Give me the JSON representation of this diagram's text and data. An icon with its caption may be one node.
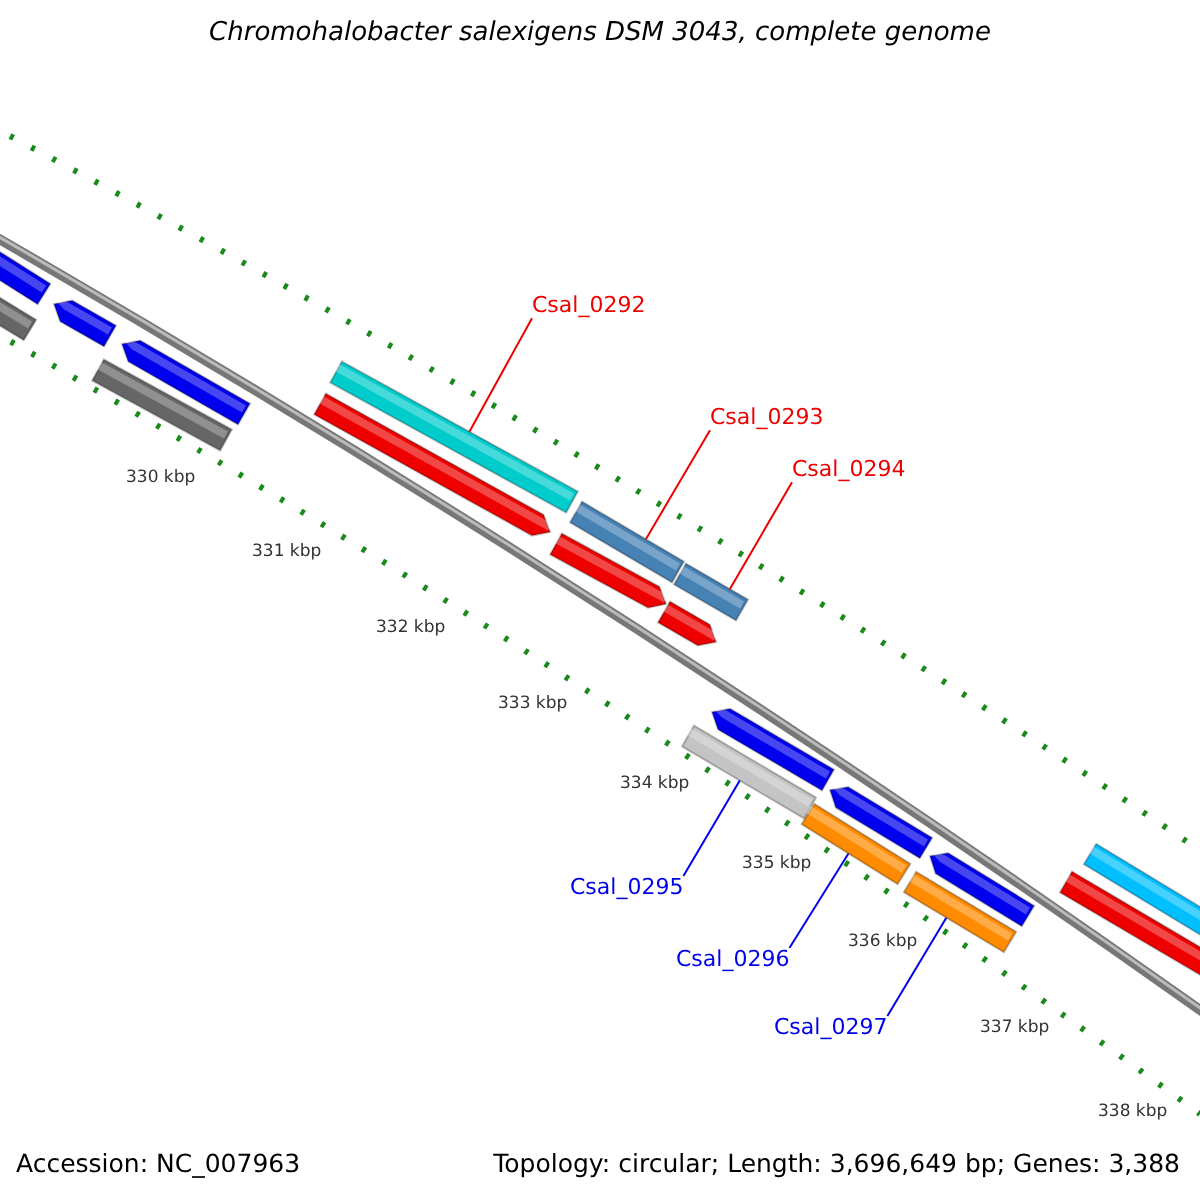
{
  "diagram": {
    "title": "Chromohalobacter salexigens DSM 3043, complete genome",
    "nodes": [
      {
        "text": [
          "Csal_0292"
        ]
      },
      {
        "text": [],
        "shape": "bar"
      },
      {
        "text": [
          "Csal_0293"
        ]
      },
      {
        "text": [],
        "shape": "bar"
      },
      {
        "text": [
          "Csal_0294"
        ]
      },
      {
        "text": [],
        "shape": "bar"
      },
      {
        "text": [
          "Csal_0295"
        ]
      },
      {
        "text": [],
        "shape": "bar"
      },
      {
        "text": [
          "Csal_0296"
        ]
      },
      {
        "text": [],
        "shape": "bar"
      },
      {
        "text": [
          "Csal_0297"
        ]
      },
      {
        "text": [],
        "shape": "bar"
      }
    ],
    "edges": [
      {
        "from": 0,
        "to": 1,
        "arrow": "none"
      },
      {
        "from": 2,
        "to": 3,
        "arrow": "none"
      },
      {
        "from": 4,
        "to": 5,
        "arrow": "none"
      },
      {
        "from": 6,
        "to": 7,
        "arrow": "none",
        "color": "#0000ee"
      },
      {
        "from": 8,
        "to": 9,
        "arrow": "none",
        "color": "#0000ee"
      },
      {
        "from": 10,
        "to": 11,
        "arrow": "none",
        "color": "#0000ee"
      }
    ],
    "labels": [
      "330 kbp",
      "331 kbp",
      "332 kbp",
      "333 kbp",
      "334 kbp",
      "335 kbp",
      "336 kbp",
      "337 kbp",
      "338 kbp",
      "Accession: NC_007963",
      "Topology: circular; Length: 3,696,649 bp; Genes: 3,388"
    ]
  }
}
